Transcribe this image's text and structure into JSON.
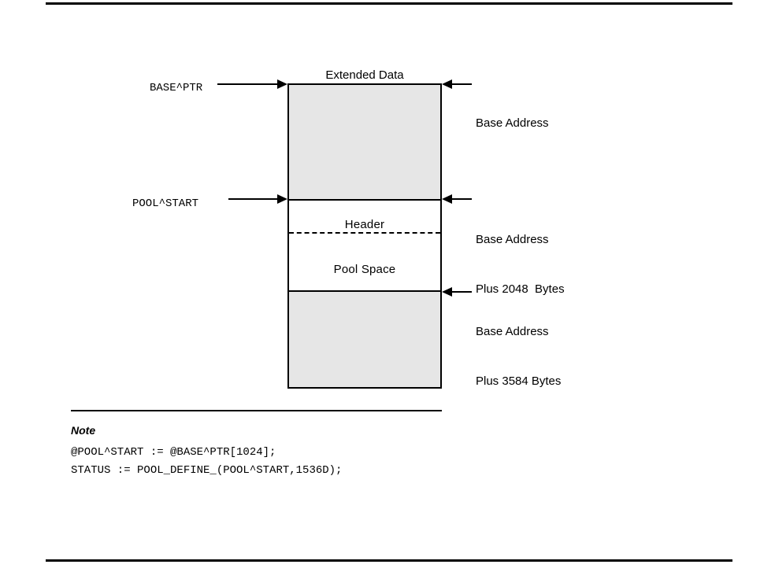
{
  "page": {
    "title": "Extended Data Segment Pool Diagram"
  },
  "diagram": {
    "box_title": "Extended Data",
    "bands": [
      {
        "name": "extended-data-region",
        "label": "",
        "fill": "#e6e6e6"
      },
      {
        "name": "header-region",
        "label": "Header",
        "fill": "#ffffff"
      },
      {
        "name": "pool-space-region",
        "label": "Pool Space",
        "fill": "#ffffff"
      },
      {
        "name": "remaining-region",
        "label": "",
        "fill": "#e6e6e6"
      }
    ],
    "left_labels": [
      {
        "name": "base-ptr",
        "text": "BASE^PTR"
      },
      {
        "name": "pool-start",
        "text": "POOL^START"
      }
    ],
    "right_labels": [
      {
        "name": "base-address",
        "line1": "Base Address",
        "line2": ""
      },
      {
        "name": "base-address-plus-2048",
        "line1": "Base Address",
        "line2": "Plus 2048  Bytes"
      },
      {
        "name": "base-address-plus-3584",
        "line1": "Base Address",
        "line2": "Plus 3584 Bytes"
      }
    ]
  },
  "note": {
    "title": "Note",
    "code": [
      "@POOL^START := @BASE^PTR[1024];",
      "STATUS := POOL_DEFINE_(POOL^START,1536D);"
    ]
  },
  "colors": {
    "ink": "#000000",
    "band_fill": "#e6e6e6",
    "page_background": "#ffffff"
  }
}
